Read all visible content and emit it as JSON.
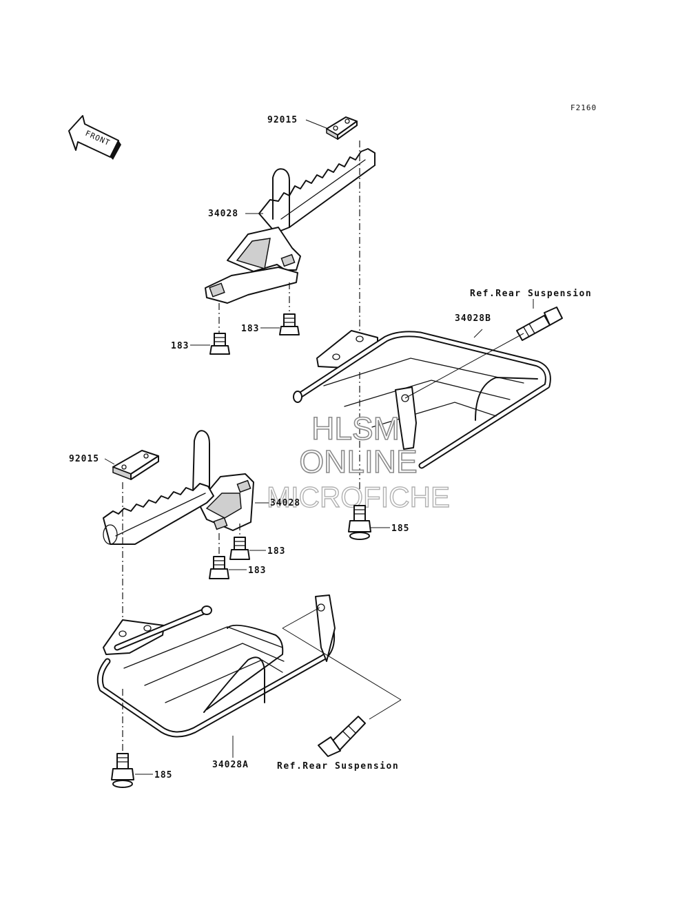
{
  "diagram": {
    "figure_code": "F2160",
    "front_arrow_label": "FRONT",
    "watermark": [
      "HLSM",
      "ONLINE",
      "MICROFICHE"
    ],
    "labels": {
      "clip_upper": "92015",
      "footpeg_upper": "34028",
      "bolt_upper_right": "183",
      "bolt_upper_left": "183",
      "ref_upper": "Ref.Rear Suspension",
      "guard_upper": "34028B",
      "clip_lower": "92015",
      "footpeg_lower": "34028",
      "bolt_lower_1": "183",
      "bolt_lower_2": "183",
      "bolt_guard_upper": "185",
      "guard_lower": "34028A",
      "ref_lower": "Ref.Rear Suspension",
      "bolt_guard_lower": "185"
    }
  }
}
